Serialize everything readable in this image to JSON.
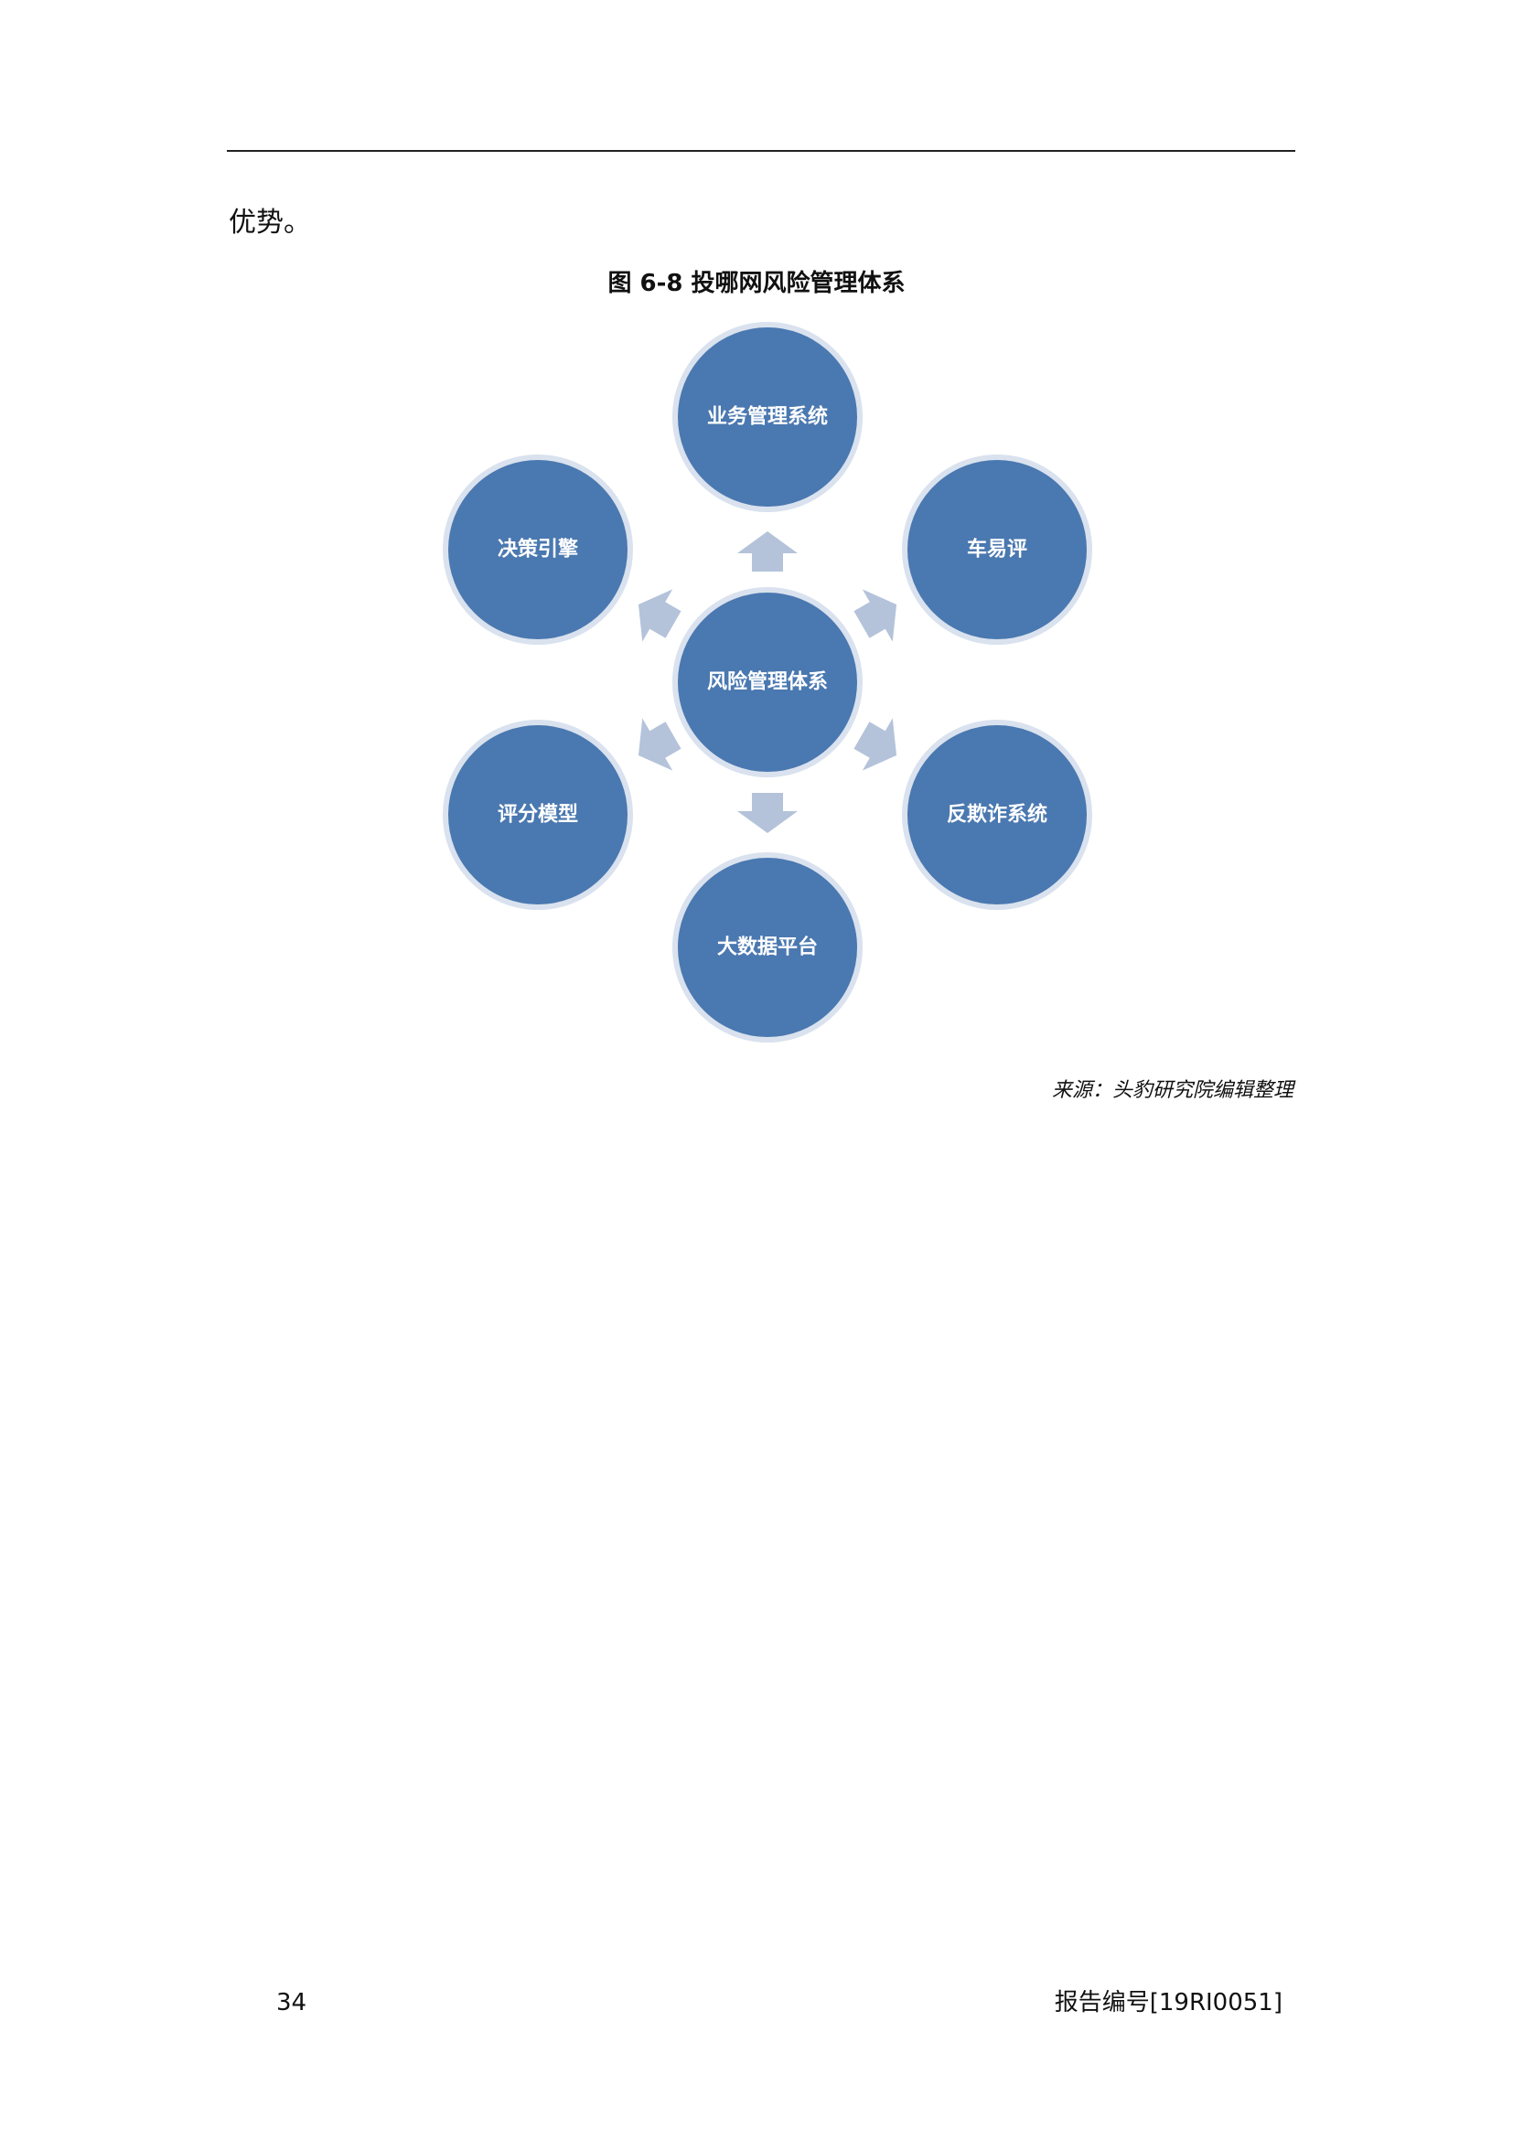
{
  "body_text": "优势。",
  "figure": {
    "caption": "图  6-8  投哪网风险管理体系",
    "center": "风险管理体系",
    "nodes": {
      "top": "业务管理系统",
      "top_right": "车易评",
      "bottom_right": "反欺诈系统",
      "bottom": "大数据平台",
      "bottom_left": "评分模型",
      "top_left": "决策引擎"
    },
    "colors": {
      "circle_fill": "#4a78b0",
      "circle_stroke": "#d9e2ee",
      "arrow_fill": "#b4c3da"
    }
  },
  "source_note": "来源：头豹研究院编辑整理",
  "footer": {
    "page_number": "34",
    "report_number": "报告编号[19RI0051]"
  }
}
